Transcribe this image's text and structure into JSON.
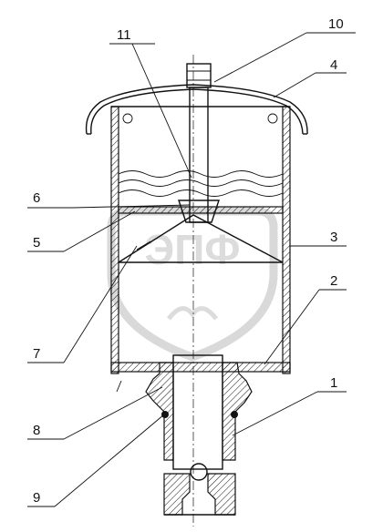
{
  "callouts": [
    {
      "id": "c1",
      "text": "1"
    },
    {
      "id": "c2",
      "text": "2"
    },
    {
      "id": "c3",
      "text": "3"
    },
    {
      "id": "c4",
      "text": "4"
    },
    {
      "id": "c5",
      "text": "5"
    },
    {
      "id": "c6",
      "text": "6"
    },
    {
      "id": "c7",
      "text": "7"
    },
    {
      "id": "c8",
      "text": "8"
    },
    {
      "id": "c9",
      "text": "9"
    },
    {
      "id": "c10",
      "text": "10"
    },
    {
      "id": "c11",
      "text": "11"
    }
  ],
  "watermark": {
    "text": "ЭПФ"
  },
  "colors": {
    "line": "#111111",
    "watermark": "#d9d9d9"
  }
}
